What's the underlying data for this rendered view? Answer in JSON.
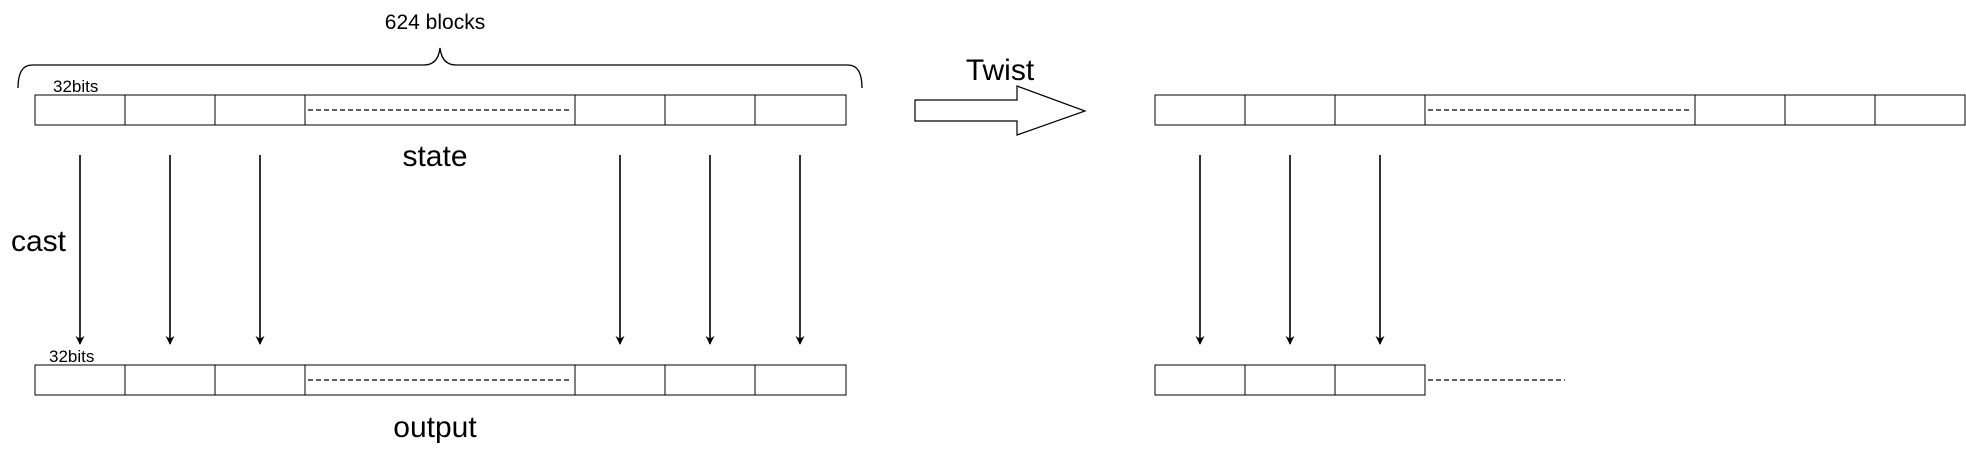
{
  "labels": {
    "block_count": "624 blocks",
    "bit_width_state": "32bits",
    "bit_width_output": "32bits",
    "state": "state",
    "output": "output",
    "cast": "cast",
    "twist": "Twist"
  },
  "colors": {
    "stroke": "#000000",
    "background": "#ffffff"
  }
}
